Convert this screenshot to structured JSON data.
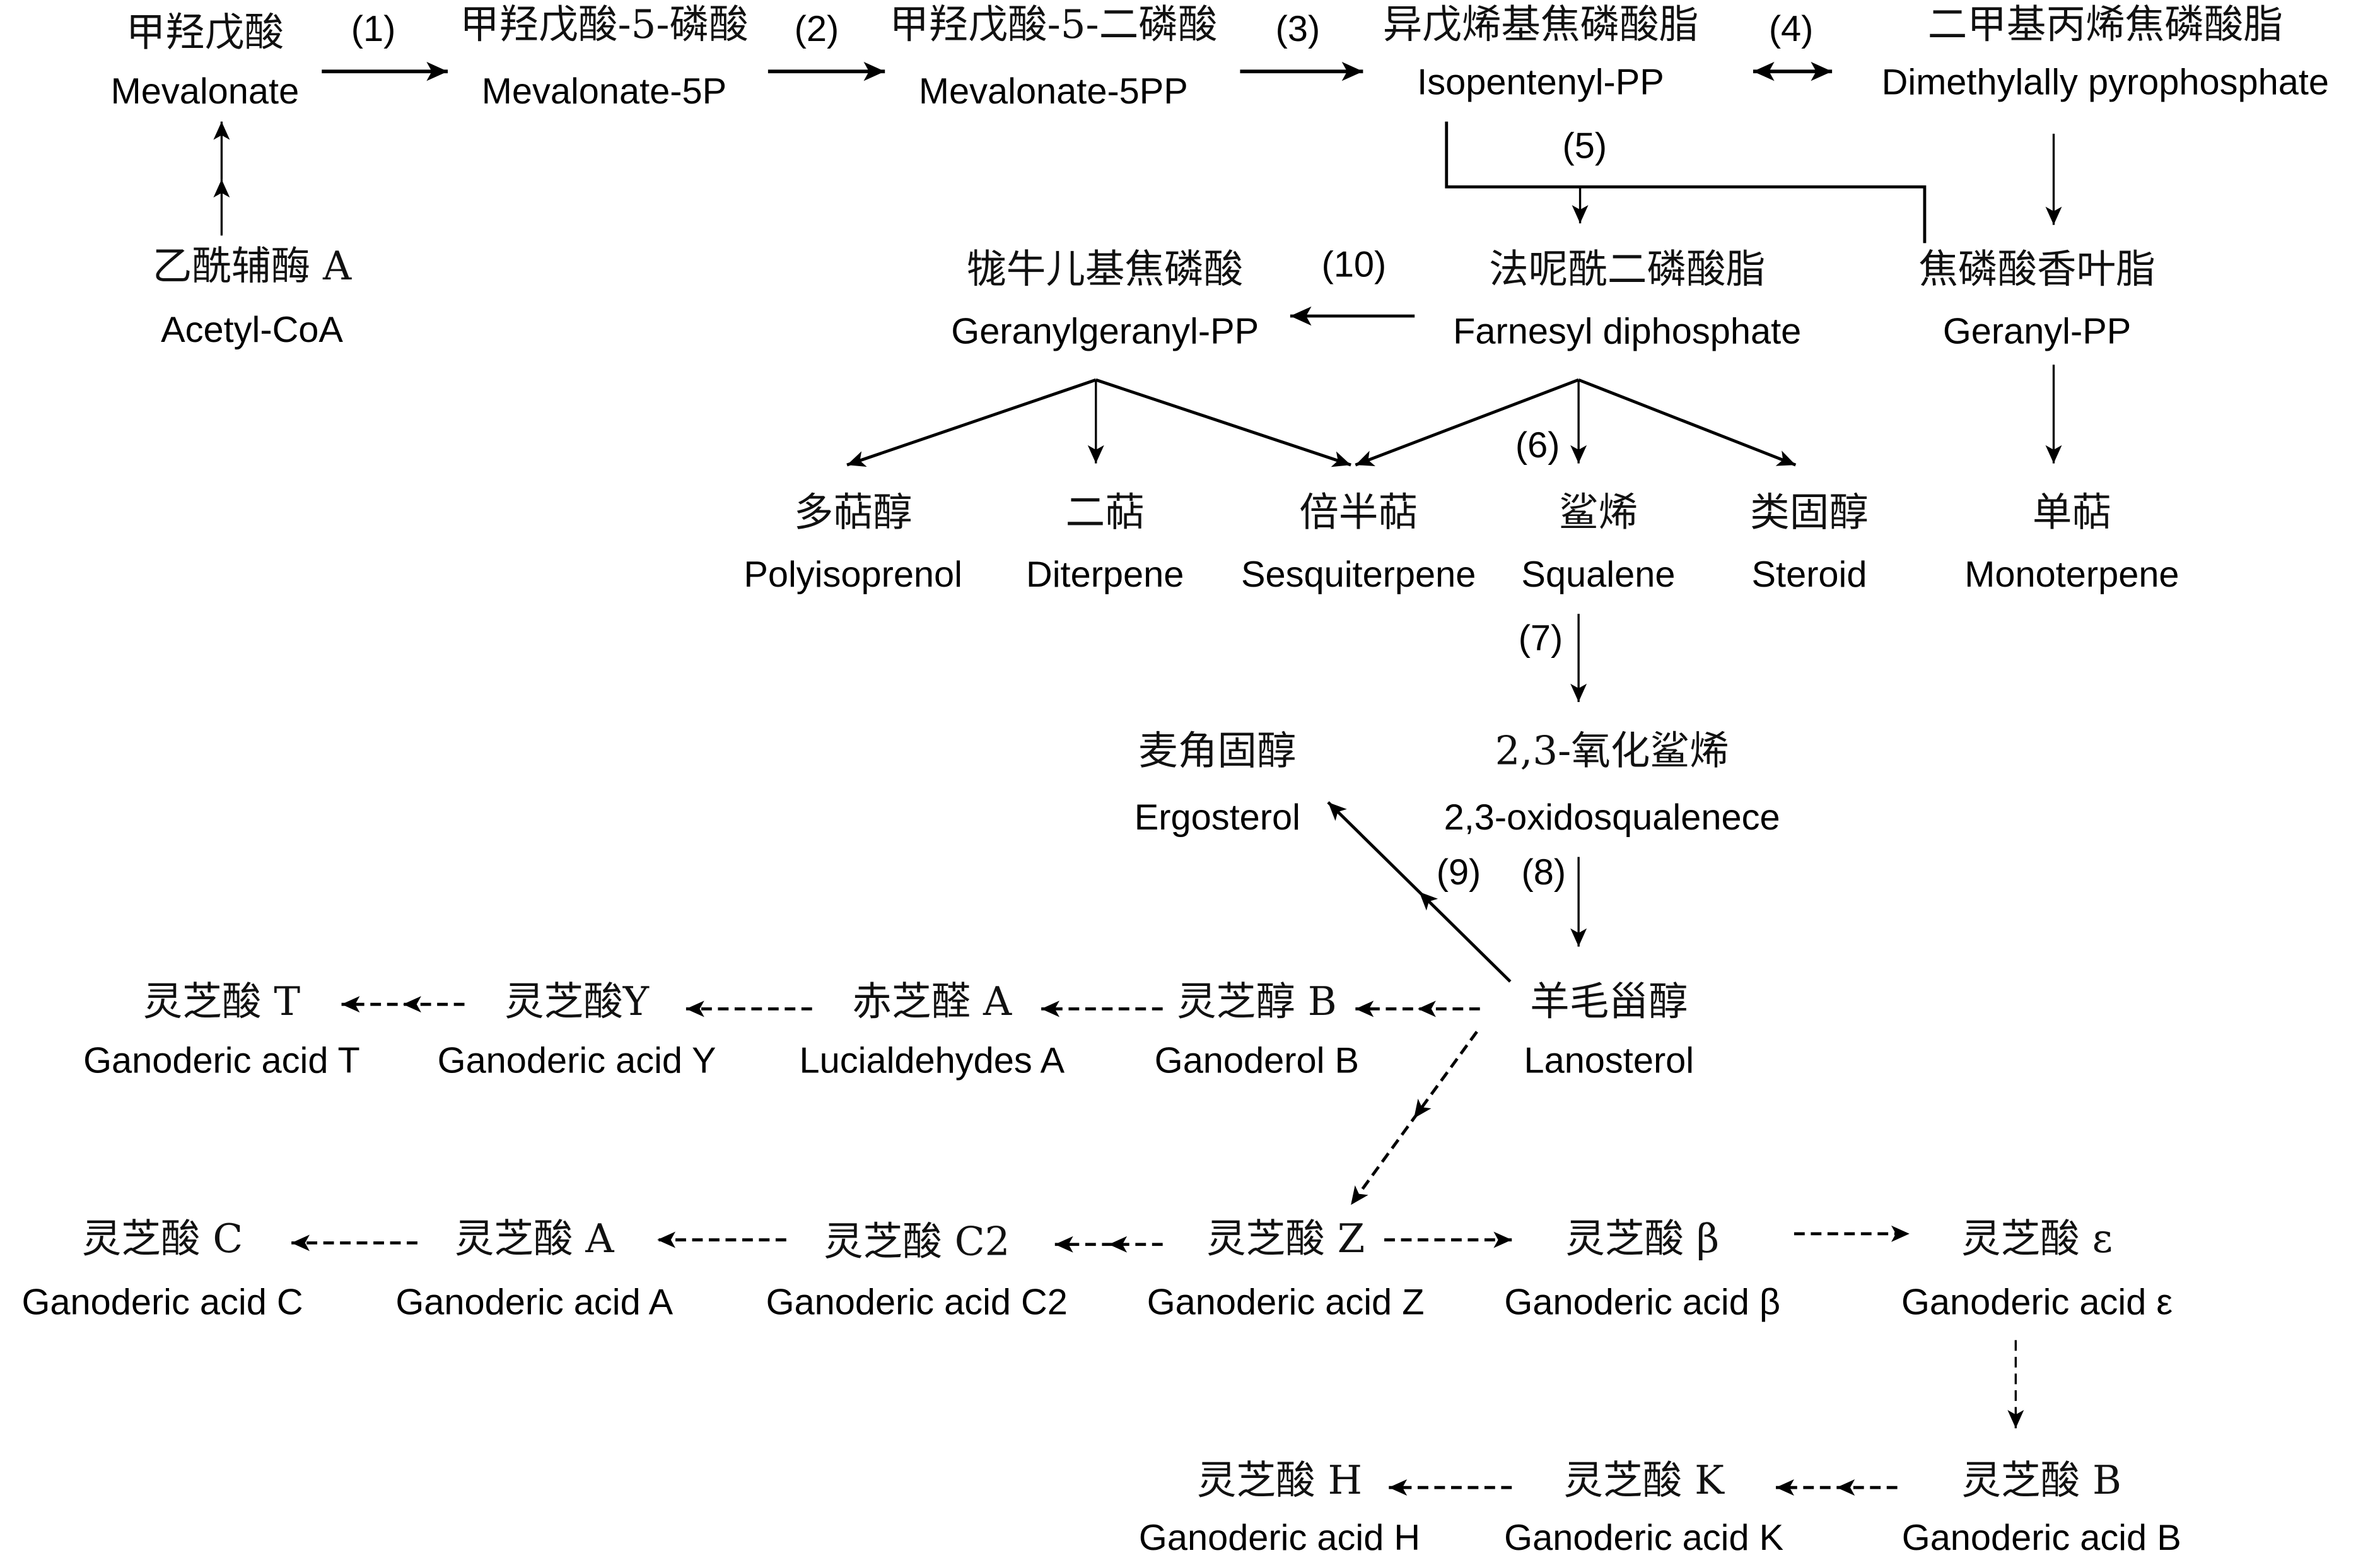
{
  "diagram": {
    "title": "Ganoderic acid biosynthesis pathway (mevalonate pathway)",
    "colors": {
      "ink": "#000000",
      "background": "#ffffff"
    },
    "nodes": [
      {
        "id": "mevalonate",
        "zh": "甲羟戊酸",
        "en": "Mevalonate"
      },
      {
        "id": "acetyl_coa",
        "zh": "乙酰辅酶 A",
        "en": "Acetyl-CoA"
      },
      {
        "id": "mevalonate_5p",
        "zh": "甲羟戊酸-5-磷酸",
        "en": "Mevalonate-5P"
      },
      {
        "id": "mevalonate_5pp",
        "zh": "甲羟戊酸-5-二磷酸",
        "en": "Mevalonate-5PP"
      },
      {
        "id": "ipp",
        "zh": "异戊烯基焦磷酸脂",
        "en": "Isopentenyl-PP"
      },
      {
        "id": "dmapp",
        "zh": "二甲基丙烯焦磷酸脂",
        "en": "Dimethylally pyrophosphate"
      },
      {
        "id": "ggpp",
        "zh": "牻牛儿基焦磷酸",
        "en": "Geranylgeranyl-PP"
      },
      {
        "id": "fpp",
        "zh": "法呢酰二磷酸脂",
        "en": "Farnesyl diphosphate"
      },
      {
        "id": "gpp",
        "zh": "焦磷酸香叶脂",
        "en": "Geranyl-PP"
      },
      {
        "id": "polyisoprenol",
        "zh": "多萜醇",
        "en": "Polyisoprenol"
      },
      {
        "id": "diterpene",
        "zh": "二萜",
        "en": "Diterpene"
      },
      {
        "id": "sesquiterpene",
        "zh": "倍半萜",
        "en": "Sesquiterpene"
      },
      {
        "id": "squalene",
        "zh": "鲨烯",
        "en": "Squalene"
      },
      {
        "id": "steroid",
        "zh": "类固醇",
        "en": "Steroid"
      },
      {
        "id": "monoterpene",
        "zh": "单萜",
        "en": "Monoterpene"
      },
      {
        "id": "ergosterol",
        "zh": "麦角固醇",
        "en": "Ergosterol"
      },
      {
        "id": "oxidosqualene",
        "zh": "2,3-氧化鲨烯",
        "en": "2,3-oxidosqualenece"
      },
      {
        "id": "ga_t",
        "zh": "灵芝酸 T",
        "en": "Ganoderic acid T"
      },
      {
        "id": "ga_y",
        "zh": "灵芝酸Y",
        "en": "Ganoderic acid Y"
      },
      {
        "id": "lucialdehyde_a",
        "zh": "赤芝醛 A",
        "en": "Lucialdehydes A"
      },
      {
        "id": "ganoderol_b",
        "zh": "灵芝醇 B",
        "en": "Ganoderol B"
      },
      {
        "id": "lanosterol",
        "zh": "羊毛甾醇",
        "en": "Lanosterol"
      },
      {
        "id": "ga_c",
        "zh": "灵芝酸 C",
        "en": "Ganoderic acid C"
      },
      {
        "id": "ga_a",
        "zh": "灵芝酸 A",
        "en": "Ganoderic acid A"
      },
      {
        "id": "ga_c2",
        "zh": "灵芝酸 C2",
        "en": "Ganoderic acid C2"
      },
      {
        "id": "ga_z",
        "zh": "灵芝酸 Z",
        "en": "Ganoderic acid Z"
      },
      {
        "id": "ga_beta",
        "zh": "灵芝酸 β",
        "en": "Ganoderic acid β"
      },
      {
        "id": "ga_epsilon",
        "zh": "灵芝酸 ε",
        "en": "Ganoderic acid ε"
      },
      {
        "id": "ga_h",
        "zh": "灵芝酸 H",
        "en": "Ganoderic acid H"
      },
      {
        "id": "ga_k",
        "zh": "灵芝酸 K",
        "en": "Ganoderic acid K"
      },
      {
        "id": "ga_b",
        "zh": "灵芝酸 B",
        "en": "Ganoderic acid B"
      }
    ],
    "step_labels": [
      "(1)",
      "(2)",
      "(3)",
      "(4)",
      "(5)",
      "(6)",
      "(7)",
      "(8)",
      "(9)",
      "(10)"
    ],
    "edges": [
      {
        "from": "acetyl_coa",
        "to": "mevalonate",
        "style": "solid"
      },
      {
        "from": "mevalonate",
        "to": "mevalonate_5p",
        "style": "solid",
        "step": "(1)"
      },
      {
        "from": "mevalonate_5p",
        "to": "mevalonate_5pp",
        "style": "solid",
        "step": "(2)"
      },
      {
        "from": "mevalonate_5pp",
        "to": "ipp",
        "style": "solid",
        "step": "(3)"
      },
      {
        "from": "ipp",
        "to": "dmapp",
        "style": "bidirectional",
        "step": "(4)"
      },
      {
        "from": "ipp+gpp",
        "to": "fpp",
        "style": "solid",
        "step": "(5)"
      },
      {
        "from": "dmapp",
        "to": "gpp",
        "style": "solid"
      },
      {
        "from": "fpp",
        "to": "ggpp",
        "style": "solid",
        "step": "(10)"
      },
      {
        "from": "ggpp",
        "to": "polyisoprenol",
        "style": "solid"
      },
      {
        "from": "ggpp",
        "to": "diterpene",
        "style": "solid"
      },
      {
        "from": "ggpp",
        "to": "sesquiterpene",
        "style": "solid"
      },
      {
        "from": "fpp",
        "to": "sesquiterpene",
        "style": "solid"
      },
      {
        "from": "fpp",
        "to": "squalene",
        "style": "solid",
        "step": "(6)"
      },
      {
        "from": "fpp",
        "to": "steroid",
        "style": "solid"
      },
      {
        "from": "gpp",
        "to": "monoterpene",
        "style": "solid"
      },
      {
        "from": "squalene",
        "to": "oxidosqualene",
        "style": "solid",
        "step": "(7)"
      },
      {
        "from": "oxidosqualene",
        "to": "lanosterol",
        "style": "solid",
        "step": "(8)"
      },
      {
        "from": "lanosterol",
        "to": "ergosterol",
        "style": "solid",
        "step": "(9)"
      },
      {
        "from": "lanosterol",
        "to": "ganoderol_b",
        "style": "dashed"
      },
      {
        "from": "ganoderol_b",
        "to": "lucialdehyde_a",
        "style": "dashed"
      },
      {
        "from": "lucialdehyde_a",
        "to": "ga_y",
        "style": "dashed"
      },
      {
        "from": "ga_y",
        "to": "ga_t",
        "style": "dashed"
      },
      {
        "from": "lanosterol",
        "to": "ga_z",
        "style": "dashed"
      },
      {
        "from": "ga_z",
        "to": "ga_c2",
        "style": "dashed"
      },
      {
        "from": "ga_c2",
        "to": "ga_a",
        "style": "dashed"
      },
      {
        "from": "ga_a",
        "to": "ga_c",
        "style": "dashed"
      },
      {
        "from": "ga_z",
        "to": "ga_beta",
        "style": "dashed"
      },
      {
        "from": "ga_beta",
        "to": "ga_epsilon",
        "style": "dashed"
      },
      {
        "from": "ga_epsilon",
        "to": "ga_b",
        "style": "dashed"
      },
      {
        "from": "ga_b",
        "to": "ga_k",
        "style": "dashed"
      },
      {
        "from": "ga_k",
        "to": "ga_h",
        "style": "dashed"
      }
    ]
  }
}
